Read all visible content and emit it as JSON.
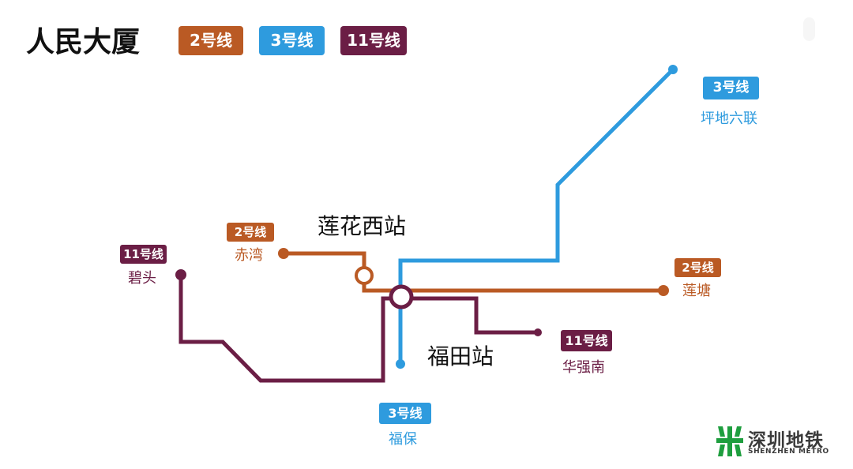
{
  "title": "人民大厦",
  "colors": {
    "line2": "#BA5A24",
    "line3": "#2E9BDE",
    "line11": "#6B1E45",
    "logo_green": "#1E9E3E",
    "text_dark": "#111111"
  },
  "legend": [
    {
      "id": "line2",
      "label": "2号线"
    },
    {
      "id": "line3",
      "label": "3号线"
    },
    {
      "id": "line11",
      "label": "11号线"
    }
  ],
  "transfer_stations": {
    "lianhuaxi": "莲花西站",
    "futian": "福田站"
  },
  "terminals": {
    "pingdi": {
      "line": "3号线",
      "name": "坪地六联"
    },
    "futianbao": {
      "line": "3号线",
      "name": "福保"
    },
    "chiwan": {
      "line": "2号线",
      "name": "赤湾"
    },
    "liantang": {
      "line": "2号线",
      "name": "莲塘"
    },
    "bitou": {
      "line": "11号线",
      "name": "碧头"
    },
    "huaqiangnan": {
      "line": "11号线",
      "name": "华强南"
    }
  },
  "logo": {
    "cn": "深圳地铁",
    "en": "SHENZHEN METRO"
  }
}
